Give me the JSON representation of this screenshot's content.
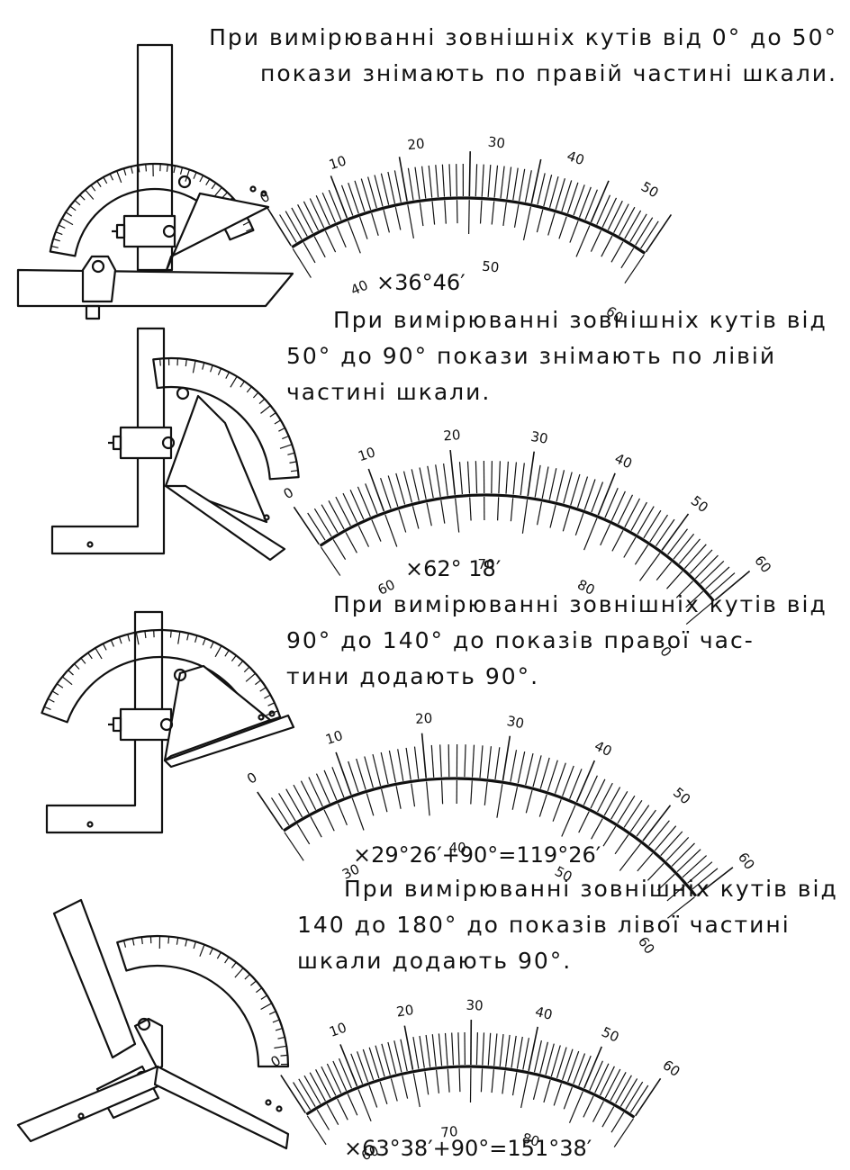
{
  "sections": [
    {
      "caption_lines": [
        "При вимірюванні зовнішніх кутів від 0° до 50°",
        "покази знімають по правій частині шкали."
      ],
      "vernier_labels": [
        "0",
        "10",
        "20",
        "30",
        "40",
        "50"
      ],
      "main_labels": [
        "40",
        "50",
        "60"
      ],
      "result": "×36°46′"
    },
    {
      "caption_lines": [
        "При вимірюванні зовнішніх кутів від",
        "50° до 90° покази знімають по лівій",
        "частині шкали."
      ],
      "vernier_labels": [
        "0",
        "10",
        "20",
        "30",
        "40",
        "50",
        "60"
      ],
      "main_labels": [
        "60",
        "70",
        "80",
        "0"
      ],
      "result": "×62° 18′"
    },
    {
      "caption_lines": [
        "При вимірюванні зовнішніх кутів від",
        "90° до 140° до показів правої час-",
        "тини додають 90°."
      ],
      "vernier_labels": [
        "0",
        "10",
        "20",
        "30",
        "40",
        "50",
        "60"
      ],
      "main_labels": [
        "30",
        "40",
        "50",
        "60"
      ],
      "result": "×29°26′+90°=119°26′"
    },
    {
      "caption_lines": [
        "При вимірюванні зовнішніх кутів від",
        "140 до 180° до показів лівої частині",
        "шкали додають 90°."
      ],
      "vernier_labels": [
        "0",
        "10",
        "20",
        "30",
        "40",
        "50",
        "60"
      ],
      "main_labels": [
        "60",
        "70",
        "80",
        "0"
      ],
      "result": "×63°38′+90°=151°38′"
    }
  ]
}
